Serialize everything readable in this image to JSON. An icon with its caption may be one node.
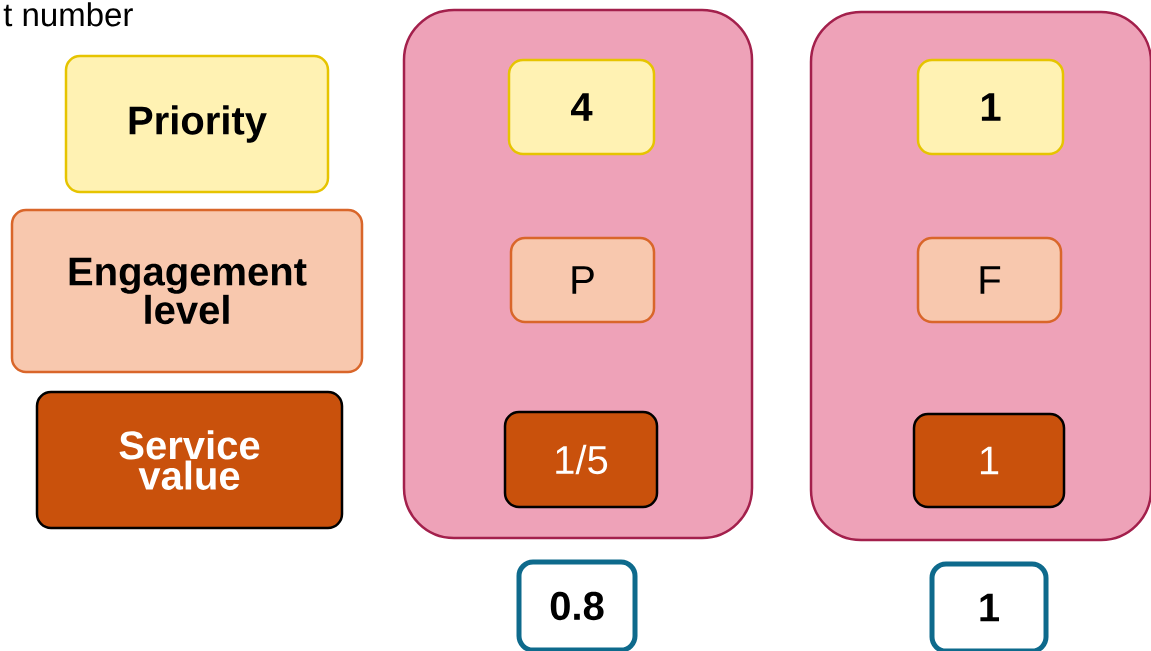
{
  "diagram": {
    "nodes": [
      {
        "text": [
          "Priority"
        ]
      },
      {
        "text": [
          "Engagement level"
        ]
      },
      {
        "text": [
          "Service value"
        ]
      },
      {
        "text": [],
        "shape": "box"
      },
      {
        "text": [
          "4"
        ],
        "in": 3
      },
      {
        "text": [
          "P"
        ],
        "in": 3
      },
      {
        "text": [
          "1/5"
        ],
        "in": 3
      },
      {
        "text": [],
        "shape": "box"
      },
      {
        "text": [
          "1"
        ],
        "in": 7
      },
      {
        "text": [
          "F"
        ],
        "in": 7
      },
      {
        "text": [
          "1"
        ],
        "in": 7
      },
      {
        "text": [
          "0.8"
        ]
      },
      {
        "text": [
          "1"
        ]
      }
    ],
    "labels": [
      "t number"
    ]
  }
}
